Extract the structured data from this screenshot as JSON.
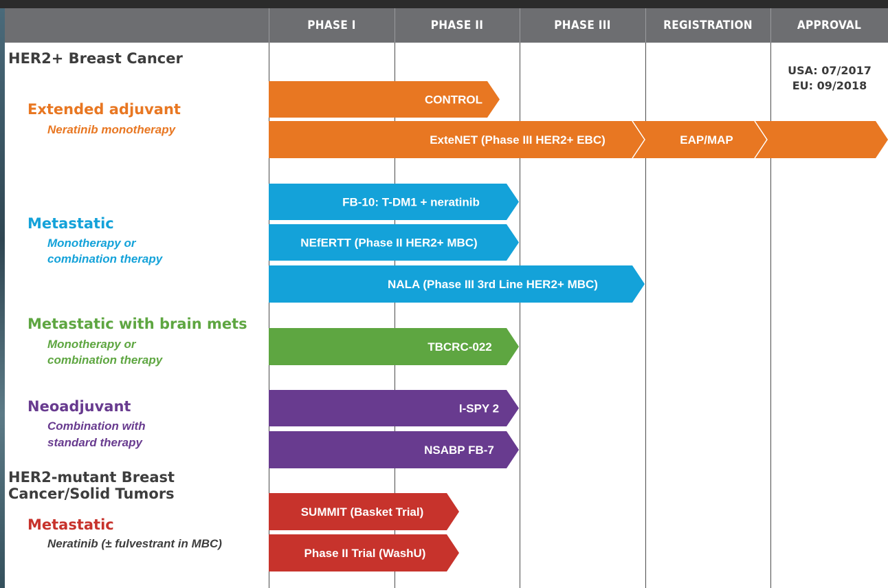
{
  "phases": [
    "PHASE I",
    "PHASE II",
    "PHASE III",
    "REGISTRATION",
    "APPROVAL"
  ],
  "approval": {
    "line1": "USA: 07/2017",
    "line2": "EU: 09/2018"
  },
  "colors": {
    "orange": "#e87722",
    "blue": "#14a2d9",
    "green": "#5ea641",
    "purple": "#683b8f",
    "red": "#c7332c",
    "header": "#6d6e71"
  },
  "labels": {
    "her2_group": "HER2+ Breast Cancer",
    "extended_title": "Extended adjuvant",
    "extended_sub": "Neratinib monotherapy",
    "metastatic_title": "Metastatic",
    "metastatic_sub1": "Monotherapy or",
    "metastatic_sub2": "combination therapy",
    "brain_title": "Metastatic with brain mets",
    "brain_sub1": "Monotherapy or",
    "brain_sub2": "combination therapy",
    "neo_title": "Neoadjuvant",
    "neo_sub1": "Combination with",
    "neo_sub2": "standard therapy",
    "mutant_group1": "HER2-mutant Breast",
    "mutant_group2": "Cancer/Solid Tumors",
    "mutant_title": "Metastatic",
    "mutant_sub": "Neratinib (± fulvestrant in MBC)"
  },
  "trials": [
    {
      "name": "CONTROL",
      "color": "#e87722",
      "end_phase": 2.0
    },
    {
      "name": "ExteNET (Phase III HER2+ EBC)",
      "color": "#e87722",
      "end_phase": 3.0
    },
    {
      "name": "EAP/MAP",
      "color": "#e87722",
      "end_phase": 5.0
    },
    {
      "name": "FB-10: T-DM1 + neratinib",
      "color": "#14a2d9",
      "end_phase": 2.0
    },
    {
      "name": "NEfERTT (Phase II HER2+ MBC)",
      "color": "#14a2d9",
      "end_phase": 2.0
    },
    {
      "name": "NALA (Phase III 3rd Line HER2+ MBC)",
      "color": "#14a2d9",
      "end_phase": 3.0
    },
    {
      "name": "TBCRC-022",
      "color": "#5ea641",
      "end_phase": 2.0
    },
    {
      "name": "I-SPY 2",
      "color": "#683b8f",
      "end_phase": 2.0
    },
    {
      "name": "NSABP FB-7",
      "color": "#683b8f",
      "end_phase": 2.0
    },
    {
      "name": "SUMMIT (Basket Trial)",
      "color": "#c7332c",
      "end_phase": 1.5
    },
    {
      "name": "Phase II Trial (WashU)",
      "color": "#c7332c",
      "end_phase": 1.5
    }
  ]
}
